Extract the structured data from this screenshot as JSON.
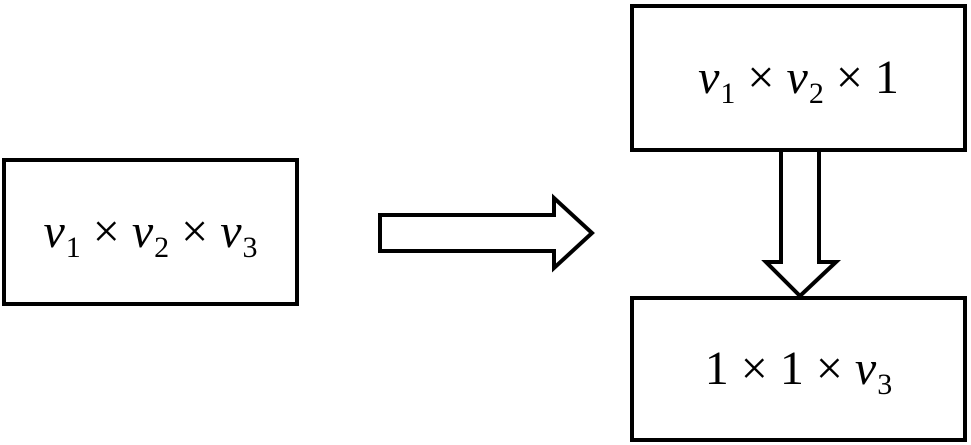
{
  "boxes": {
    "left": {
      "terms": [
        {
          "var": "v",
          "sub": "1"
        },
        {
          "op": "×"
        },
        {
          "var": "v",
          "sub": "2"
        },
        {
          "op": "×"
        },
        {
          "var": "v",
          "sub": "3"
        }
      ]
    },
    "top": {
      "terms": [
        {
          "var": "v",
          "sub": "1"
        },
        {
          "op": "×"
        },
        {
          "var": "v",
          "sub": "2"
        },
        {
          "op": "×"
        },
        {
          "num": "1"
        }
      ]
    },
    "bottom": {
      "terms": [
        {
          "num": "1"
        },
        {
          "op": "×"
        },
        {
          "num": "1"
        },
        {
          "op": "×"
        },
        {
          "var": "v",
          "sub": "3"
        }
      ]
    }
  },
  "colors": {
    "stroke": "#000000",
    "fill": "#ffffff"
  }
}
